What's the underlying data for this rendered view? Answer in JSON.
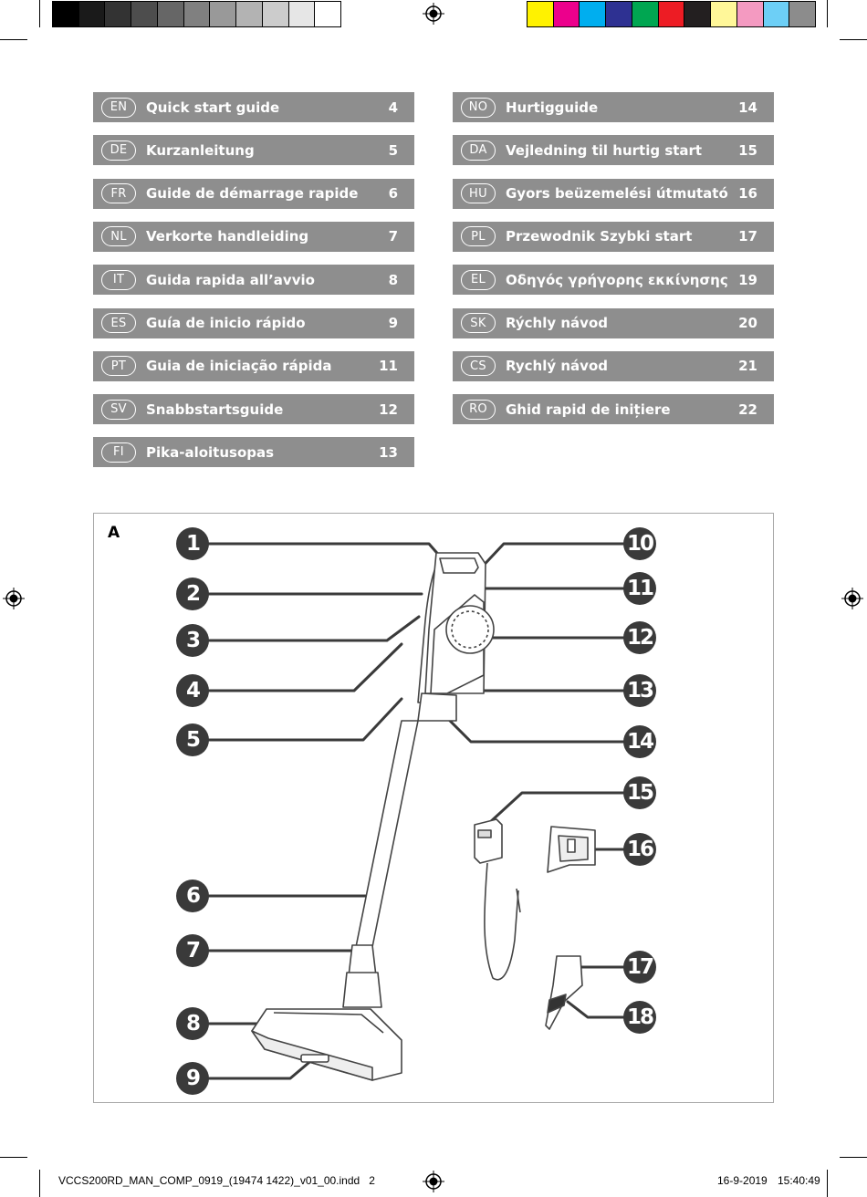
{
  "print_marks": {
    "gray_swatches": [
      "#000000",
      "#1a1a1a",
      "#333333",
      "#4d4d4d",
      "#666666",
      "#808080",
      "#999999",
      "#b3b3b3",
      "#cccccc",
      "#e6e6e6",
      "#ffffff"
    ],
    "color_swatches": [
      "#fff200",
      "#ec008c",
      "#00aeef",
      "#2e3192",
      "#00a651",
      "#ed1c24",
      "#231f20",
      "#fff799",
      "#f49ac1",
      "#6dcff6",
      "#8c8c8c"
    ]
  },
  "toc": {
    "left": [
      {
        "code": "EN",
        "title": "Quick start guide",
        "page": "4"
      },
      {
        "code": "DE",
        "title": "Kurzanleitung",
        "page": "5"
      },
      {
        "code": "FR",
        "title": "Guide de démarrage rapide",
        "page": "6"
      },
      {
        "code": "NL",
        "title": "Verkorte handleiding",
        "page": "7"
      },
      {
        "code": "IT",
        "title": "Guida rapida all’avvio",
        "page": "8"
      },
      {
        "code": "ES",
        "title": "Guía de inicio rápido",
        "page": "9"
      },
      {
        "code": "PT",
        "title": "Guia de iniciação rápida",
        "page": "11"
      },
      {
        "code": "SV",
        "title": "Snabbstartsguide",
        "page": "12"
      },
      {
        "code": "FI",
        "title": "Pika-aloitusopas",
        "page": "13"
      }
    ],
    "right": [
      {
        "code": "NO",
        "title": "Hurtigguide",
        "page": "14"
      },
      {
        "code": "DA",
        "title": "Vejledning til hurtig start",
        "page": "15"
      },
      {
        "code": "HU",
        "title": "Gyors beüzemelési útmutató",
        "page": "16"
      },
      {
        "code": "PL",
        "title": "Przewodnik Szybki start",
        "page": "17"
      },
      {
        "code": "EL",
        "title": "Οδηγός γρήγορης εκκίνησης",
        "page": "19"
      },
      {
        "code": "SK",
        "title": "Rýchly návod",
        "page": "20"
      },
      {
        "code": "CS",
        "title": "Rychlý návod",
        "page": "21"
      },
      {
        "code": "RO",
        "title": "Ghid rapid de inițiere",
        "page": "22"
      }
    ]
  },
  "figure": {
    "label": "A",
    "callouts": [
      "1",
      "2",
      "3",
      "4",
      "5",
      "6",
      "7",
      "8",
      "9",
      "10",
      "11",
      "12",
      "13",
      "14",
      "15",
      "16",
      "17",
      "18"
    ]
  },
  "footer": {
    "file": "VCCS200RD_MAN_COMP_0919_(19474 1422)_v01_00.indd   2",
    "date": "16-9-2019",
    "time": "15:40:49"
  }
}
